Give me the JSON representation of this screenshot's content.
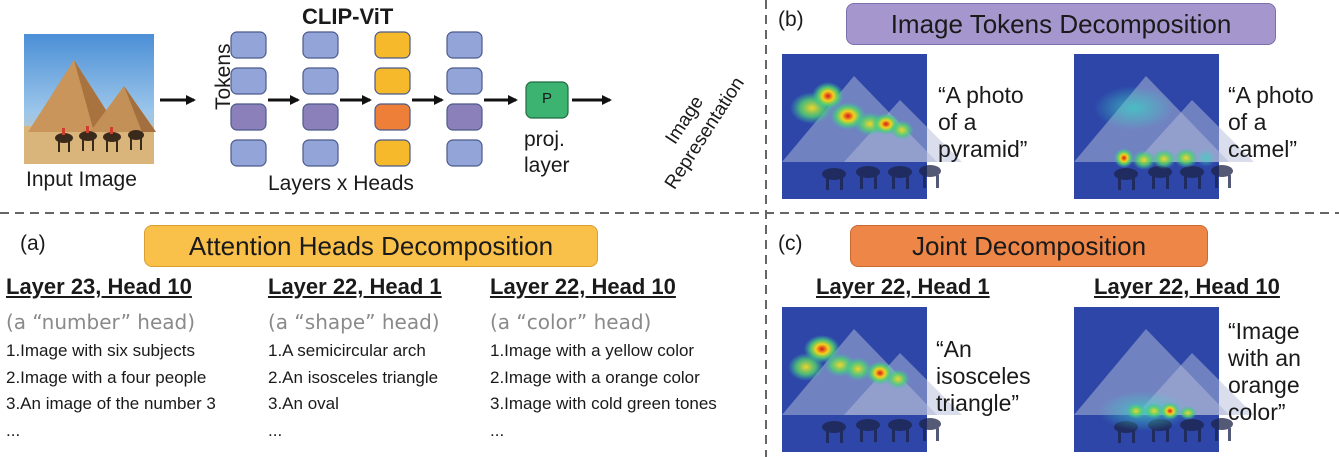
{
  "pipeline": {
    "title": "CLIP-ViT",
    "input_label": "Input Image",
    "tokens_label": "Tokens",
    "layers_label": "Layers x Heads",
    "proj_letter": "P",
    "proj_label_1": "proj.",
    "proj_label_2": "layer",
    "representation_label_1": "Image",
    "representation_label_2": "Representation"
  },
  "panel_a": {
    "letter": "(a)",
    "title": "Attention Heads Decomposition",
    "heads": [
      {
        "layer_head": "Layer 23, Head 10",
        "role": "(a “number” head)",
        "items": [
          "1.Image with six subjects",
          "2.Image with a four people",
          "3.An image of the number 3",
          "..."
        ]
      },
      {
        "layer_head": "Layer 22, Head 1",
        "role": "(a “shape” head)",
        "items": [
          "1.A semicircular arch",
          "2.An isosceles triangle",
          "3.An oval",
          "..."
        ]
      },
      {
        "layer_head": "Layer 22, Head 10",
        "role": "(a “color” head)",
        "items": [
          "1.Image with a yellow color",
          "2.Image with a orange color",
          "3.Image with cold green tones",
          "..."
        ]
      }
    ]
  },
  "panel_b": {
    "letter": "(b)",
    "title": "Image Tokens Decomposition",
    "captions": [
      [
        "“A photo",
        "of a",
        "pyramid”"
      ],
      [
        "“A photo",
        "of a",
        "camel”"
      ]
    ]
  },
  "panel_c": {
    "letter": "(c)",
    "title": "Joint Decomposition",
    "head_labels": [
      "Layer 22, Head 1",
      "Layer 22, Head 10"
    ],
    "captions": [
      [
        "“An",
        "isosceles",
        "triangle”"
      ],
      [
        "“Image",
        "with an",
        "orange",
        "color”"
      ]
    ]
  },
  "colors": {
    "token_blue": "#93a5d8",
    "token_purple": "#8c80bb",
    "token_yellow": "#f6b92c",
    "token_orange": "#ee7f39",
    "proj_green": "#3cb371",
    "pill_purple": "#a597ce",
    "pill_yellow": "#f9c04a",
    "pill_orange": "#ee8648",
    "heat_background": "#2d46a8"
  }
}
